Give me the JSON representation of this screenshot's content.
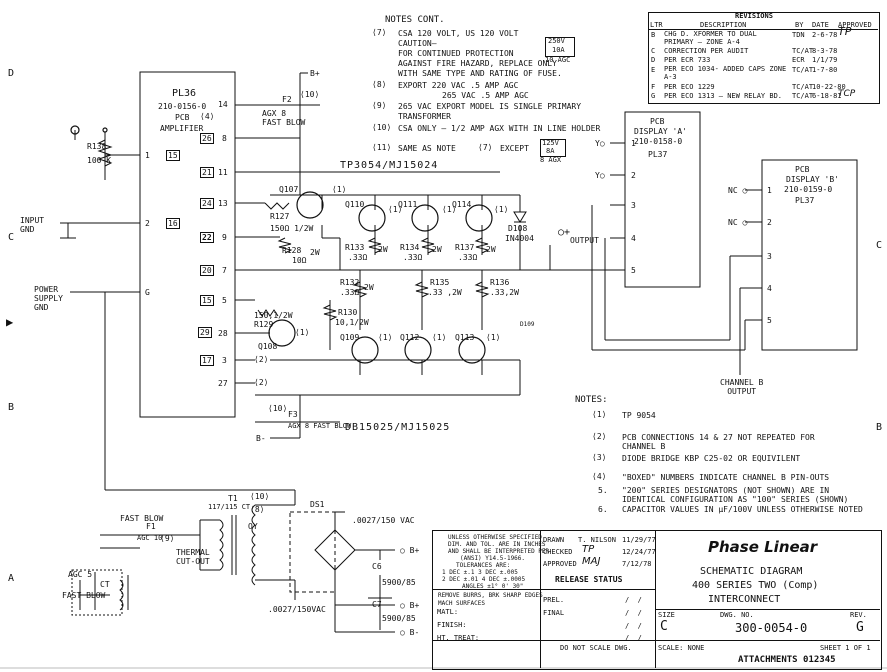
{
  "margins": {
    "left": [
      "D",
      "C",
      "B",
      "A"
    ],
    "right": [
      "C",
      "B"
    ]
  },
  "notes_cont": {
    "title": "NOTES CONT.",
    "items": [
      {
        "num": "7",
        "lines": [
          "CSA  120 VOLT, US 120 VOLT",
          "CAUTION—",
          "FOR CONTINUED PROTECTION",
          "AGAINST FIRE HAZARD, REPLACE ONLY",
          "WITH SAME TYPE AND RATING OF FUSE."
        ],
        "fuse": [
          "250V",
          "10A",
          "10 AGC"
        ]
      },
      {
        "num": "8",
        "lines": [
          "EXPORT   220 VAC .5 AMP AGC",
          "265 VAC .5 AMP AGC"
        ]
      },
      {
        "num": "9",
        "lines": [
          "265 VAC EXPORT MODEL IS SINGLE PRIMARY",
          "TRANSFORMER"
        ]
      },
      {
        "num": "10",
        "lines": [
          "CSA ONLY — 1/2 AMP AGX WITH IN LINE HOLDER"
        ]
      },
      {
        "num": "11",
        "lines": [
          "SAME AS NOTE",
          "EXCEPT"
        ],
        "ref": "7",
        "fuse": [
          "125V",
          "8A",
          "8 AGX"
        ]
      }
    ]
  },
  "revisions": {
    "title": "REVISIONS",
    "headers": [
      "LTR",
      "DESCRIPTION",
      "BY",
      "DATE",
      "APPROVED"
    ],
    "rows": [
      {
        "ltr": "B",
        "desc": "CHG D. XFORMER TO DUAL PRIMARY — ZONE A-4",
        "by": "TDN",
        "date": "2-6-78",
        "appr": "TP"
      },
      {
        "ltr": "C",
        "desc": "CORRECTION PER AUDIT",
        "by": "TC/AT",
        "date": "8-3-78",
        "appr": ""
      },
      {
        "ltr": "D",
        "desc": "PER ECR 733",
        "by": "ECR",
        "date": "1/1/79",
        "appr": ""
      },
      {
        "ltr": "E",
        "desc": "PER ECO 1034- ADDED CAPS ZONE A-3",
        "by": "TC/AT",
        "date": "1-7-80",
        "appr": ""
      },
      {
        "ltr": "F",
        "desc": "PER ECO 1229",
        "by": "TC/AT",
        "date": "10-22-80",
        "appr": ""
      },
      {
        "ltr": "G",
        "desc": "PER ECO 1313 — NEW RELAY BD.",
        "by": "TC/AT",
        "date": "6-18-81",
        "appr": "TCP"
      }
    ]
  },
  "pl36": {
    "title": "PL36",
    "lines": [
      "210-0156-0",
      "PCB",
      "AMPLIFIER"
    ],
    "note": "4"
  },
  "pins_right": [
    "14",
    "8",
    "11",
    "13",
    "9",
    "7",
    "5",
    "28",
    "3",
    "27"
  ],
  "pins_left": [
    {
      "num": "1",
      "box": "15"
    },
    {
      "num": "2",
      "box": "16"
    },
    {
      "num": "G",
      "box": ""
    }
  ],
  "boxed_pins": [
    "26",
    "21",
    "24",
    "22",
    "20",
    "15",
    "29",
    "17"
  ],
  "labels": {
    "input_gnd": "INPUT\nGND",
    "power_supply_gnd": "POWER\nSUPPLY\nGND",
    "b_plus": "B+",
    "b_minus": "B-",
    "r138": "R138",
    "r138v": "100 K",
    "f2": "F2",
    "f2v": "AGX 8\nFAST BLOW",
    "f3": "F3",
    "f3v": "AGX 8 FAST BLOW",
    "tp_top": "TP3054/MJ15024",
    "tp_bot": "DB15025/MJ15025",
    "q107": "Q107",
    "q110": "Q110",
    "q111": "Q111",
    "q114": "Q114",
    "q108": "Q108",
    "q109": "Q109",
    "q112": "Q112",
    "q113": "Q113",
    "r127": "R127",
    "r127v": "150Ω 1/2W",
    "r128": "R128",
    "r128v": "10Ω",
    "r133": "R133",
    "r133v": ".33Ω",
    "r134": "R134",
    "r134v": ".33Ω",
    "r137": "R137",
    "r137v": ".33Ω",
    "r132": "R132",
    "r132v": ".33Ω",
    "r135": "R135",
    "r135v": ".33 ,2W",
    "r136": "R136",
    "r136v": ".33,2W",
    "r130": "R130",
    "r130v": "10,1/2W",
    "r129": "R129",
    "r129v": "150,1/2W",
    "d108": "D108",
    "d108v": "IN4004",
    "d109": "D109",
    "output": "OUTPUT",
    "w2": "2W",
    "channel_b": "CHANNEL B\nOUTPUT",
    "nc": "NC",
    "y": "Y"
  },
  "display_a": {
    "lines": [
      "PCB",
      "DISPLAY 'A'",
      "210-0158-0",
      "PL37"
    ],
    "pins": [
      "1",
      "2",
      "3",
      "4",
      "5"
    ]
  },
  "display_b": {
    "lines": [
      "PCB",
      "DISPLAY 'B'",
      "210-0159-0",
      "PL37"
    ],
    "pins": [
      "1",
      "2",
      "3",
      "4",
      "5"
    ]
  },
  "notes": {
    "title": "NOTES:",
    "items": [
      {
        "num": "1",
        "text": "TP 9054"
      },
      {
        "num": "2",
        "text": "PCB CONNECTIONS 14 & 27 NOT REPEATED FOR CHANNEL B"
      },
      {
        "num": "3",
        "text": "DIODE BRIDGE KBP C25-02 OR EQUIVILENT"
      },
      {
        "num": "4",
        "text": "\"BOXED\" NUMBERS INDICATE CHANNEL B PIN-OUTS"
      },
      {
        "num": "5.",
        "text": "\"200\" SERIES DESIGNATORS (NOT SHOWN) ARE IN IDENTICAL CONFIGURATION AS \"100\" SERIES (SHOWN)"
      },
      {
        "num": "6.",
        "text": "CAPACITOR VALUES IN µF/100V UNLESS OTHERWISE NOTED"
      }
    ]
  },
  "power": {
    "t1": "T1",
    "t1v": "117/115 CT",
    "f1": "F1",
    "fast_blow": "FAST BLOW",
    "agc10": "AGC 10",
    "thermal": "THERMAL\nCUT-OUT",
    "agc": "AGC 5",
    "f_agc_b": "FAST BLOW",
    "ct": "CT",
    "oy": "OY",
    "ds1": "DS1",
    "c_top": ".0027/150 VAC",
    "c_bot": ".0027/150VAC",
    "c6": "C6",
    "c6v": "5900/85",
    "c7": "C7",
    "c7v": "5900/85",
    "rings": [
      "10",
      "8",
      "9"
    ]
  },
  "title_block": {
    "tolerances": [
      "UNLESS OTHERWISE SPECIFIED",
      "DIM. AND TOL. ARE IN INCHES",
      "AND SHALL BE INTERPRETED PER",
      "(ANSI) Y14.5-1966.",
      "TOLERANCES ARE:",
      "1 DEC ±.1     3 DEC ±.005",
      "2 DEC ±.01    4 DEC ±.0005",
      "ANGLES ±1° 0' 30\""
    ],
    "burrs": "REMOVE BURRS, BRK SHARP EDGES\nMACH SURFACES",
    "matl": "MATL:",
    "finish": "FINISH:",
    "ht_treat": "HT. TREAT:",
    "drawn": "DRAWN",
    "drawn_by": "T. NILSON",
    "drawn_date": "11/29/77",
    "checked": "CHECKED",
    "checked_by": "TP",
    "checked_date": "12/24/77",
    "approved": "APPROVED",
    "approved_by": "MAJ",
    "approved_date": "7/12/78",
    "release_status": "RELEASE STATUS",
    "prel": "PREL.",
    "final": "FINAL",
    "company": "Phase Linear",
    "title_lines": [
      "SCHEMATIC DIAGRAM",
      "400 SERIES TWO (Comp)",
      "INTERCONNECT"
    ],
    "size_label": "SIZE",
    "size": "C",
    "dwg_label": "DWG. NO.",
    "dwg": "300-0054-0",
    "rev_label": "REV.",
    "rev": "G",
    "do_not_scale": "DO NOT SCALE DWG.",
    "scale": "SCALE: NONE",
    "sheet": "SHEET 1 OF 1",
    "attach": "ATTACHMENTS 012345"
  }
}
